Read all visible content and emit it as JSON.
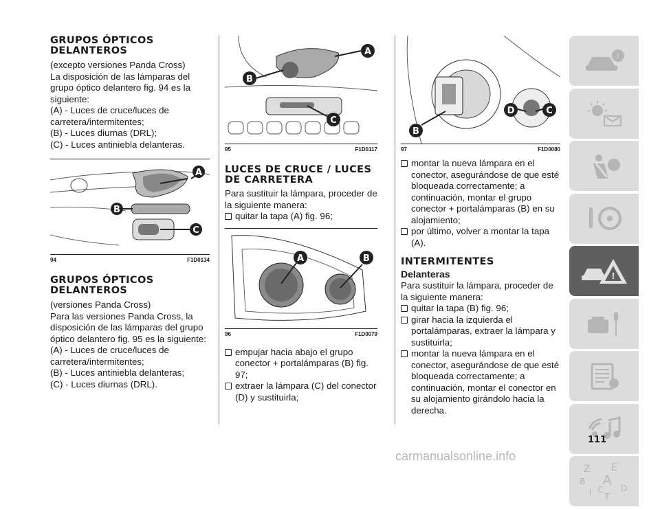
{
  "col1": {
    "title1": "GRUPOS ÓPTICOS DELANTEROS",
    "subtitle1": "(excepto versiones Panda Cross)",
    "para1": "La disposición de las lámparas del grupo óptico delantero fig. 94 es la siguiente:",
    "items1": [
      "(A) - Luces de cruce/luces de carretera/intermitentes;",
      "(B) - Luces diurnas (DRL);",
      "(C) - Luces antiniebla delanteras."
    ],
    "fig94": {
      "num": "94",
      "code": "F1D0134",
      "labels": [
        "A",
        "B",
        "C"
      ]
    },
    "title2": "GRUPOS ÓPTICOS DELANTEROS",
    "subtitle2": "(versiones Panda Cross)",
    "para2": "Para las versiones Panda Cross, la disposición de las lámparas del grupo óptico delantero fig. 95 es la siguiente:",
    "items2": [
      "(A) - Luces de cruce/luces de carretera/intermitentes;",
      "(B) - Luces antiniebla delanteras;",
      "(C) - Luces diurnas (DRL)."
    ]
  },
  "col2": {
    "fig95": {
      "num": "95",
      "code": "F1D0117",
      "labels": [
        "A",
        "B",
        "C"
      ]
    },
    "title": "LUCES DE CRUCE / LUCES DE CARRETERA",
    "para": "Para sustituir la lámpara, proceder de la siguiente manera:",
    "bullet1": "quitar la tapa (A) fig. 96;",
    "fig96": {
      "num": "96",
      "code": "F1D0079",
      "labels": [
        "A",
        "B"
      ]
    },
    "bullets": [
      "empujar hacia abajo el grupo conector + portalámparas (B) fig. 97;",
      "extraer la lámpara (C) del conector (D) y sustituirla;"
    ]
  },
  "col3": {
    "fig97": {
      "num": "97",
      "code": "F1D0080",
      "labels": [
        "B",
        "D",
        "C"
      ]
    },
    "bullets1": [
      "montar la nueva lámpara en el conector, asegurándose de que esté bloqueada correctamente; a continuación, montar el grupo conector + portalámparas (B) en su alojamiento;",
      "por último, volver a montar la tapa (A)."
    ],
    "title": "INTERMITENTES",
    "subtitle": "Delanteras",
    "para": "Para sustituir la lámpara, proceder de la siguiente manera:",
    "bullets2": [
      "quitar la tapa (B) fig. 96;",
      "girar hacia la izquierda el portalámparas, extraer la lámpara y sustituirla;",
      "montar la nueva lámpara en el conector, asegurándose de que esté bloqueada correctamente; a continuación, montar el conector en su alojamiento girándolo hacia la derecha."
    ]
  },
  "tabs": [
    {
      "icon": "car-info-icon",
      "active": false
    },
    {
      "icon": "dashboard-lights-icon",
      "active": false
    },
    {
      "icon": "airbag-icon",
      "active": false
    },
    {
      "icon": "steering-wheel-icon",
      "active": false
    },
    {
      "icon": "emergency-warning-icon",
      "active": true
    },
    {
      "icon": "maintenance-tools-icon",
      "active": false
    },
    {
      "icon": "technical-data-icon",
      "active": false
    },
    {
      "icon": "multimedia-icon",
      "active": false
    },
    {
      "icon": "alphabetical-index-icon",
      "active": false,
      "letters": [
        "Z",
        "E",
        "B",
        "A",
        "I",
        "C",
        "T",
        "D"
      ]
    }
  ],
  "page_number": "111",
  "watermark": "carmanualsonline.info"
}
